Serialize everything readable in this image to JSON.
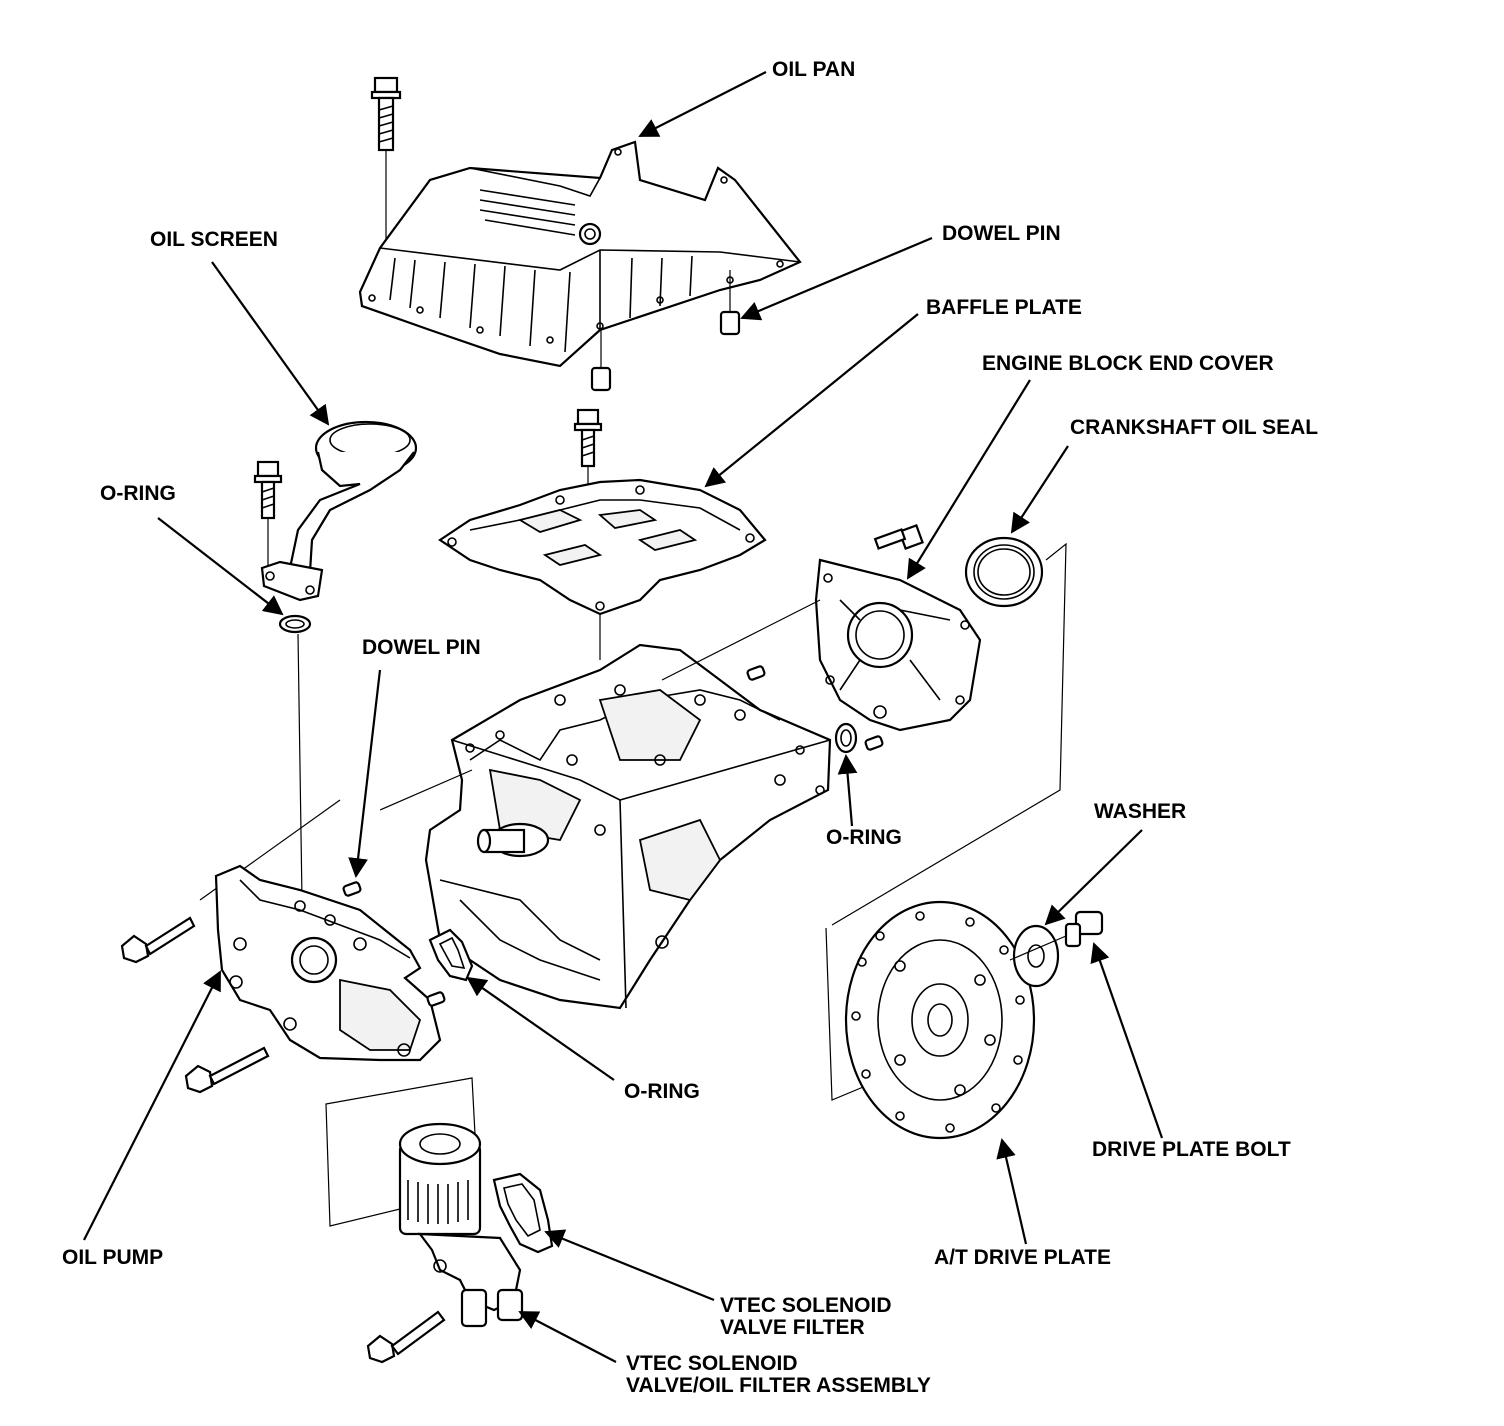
{
  "diagram": {
    "labels": {
      "oil_pan": "OIL PAN",
      "dowel_pin_top": "DOWEL PIN",
      "baffle_plate": "BAFFLE PLATE",
      "engine_block_end_cover": "ENGINE BLOCK END COVER",
      "crankshaft_oil_seal": "CRANKSHAFT OIL SEAL",
      "oil_screen": "OIL SCREEN",
      "o_ring_left": "O-RING",
      "dowel_pin_mid": "DOWEL PIN",
      "o_ring_right": "O-RING",
      "washer": "WASHER",
      "o_ring_bottom": "O-RING",
      "drive_plate_bolt": "DRIVE PLATE BOLT",
      "oil_pump": "OIL PUMP",
      "at_drive_plate": "A/T DRIVE PLATE",
      "vtec_filter_line1": "VTEC SOLENOID",
      "vtec_filter_line2": "VALVE FILTER",
      "vtec_assembly_line1": "VTEC SOLENOID",
      "vtec_assembly_line2": "VALVE/OIL FILTER ASSEMBLY"
    }
  }
}
